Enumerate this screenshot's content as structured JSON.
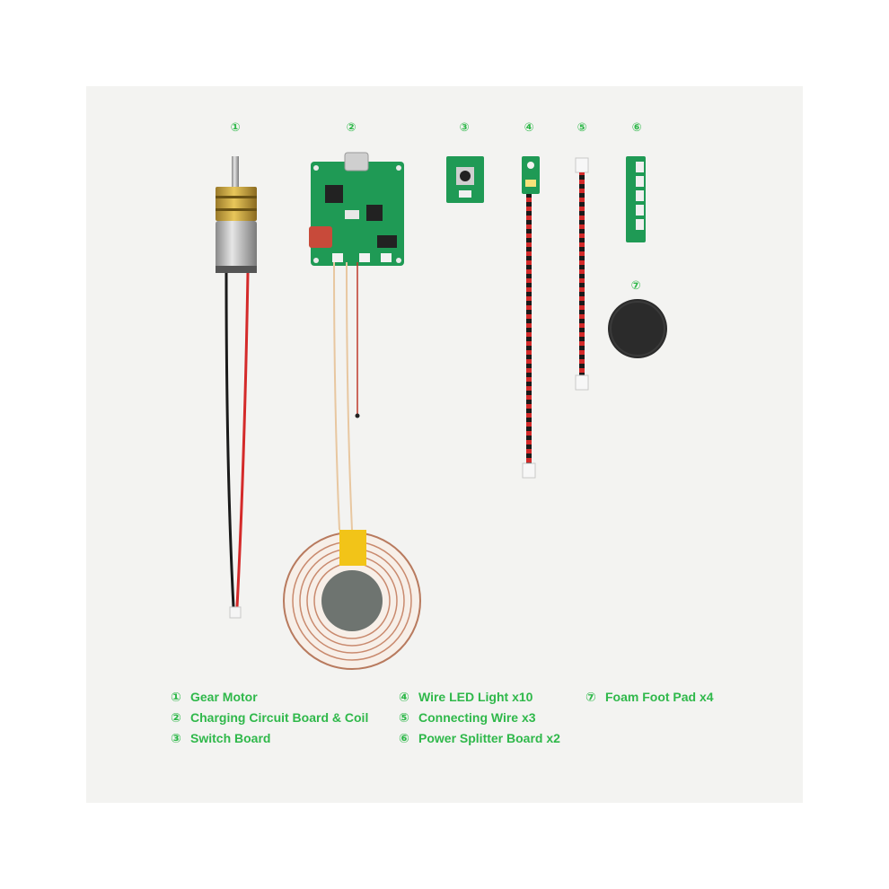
{
  "colors": {
    "panel_bg": "#f3f3f1",
    "accent_green": "#2fb84a",
    "pcb_green": "#1f9a55",
    "wire_red": "#d42a2a",
    "wire_black": "#1a1a1a",
    "copper": "#c98a6e",
    "foam": "#2b2b2b"
  },
  "components": {
    "gear_motor": {
      "number": "①",
      "icon": "gear-motor"
    },
    "charging_board": {
      "number": "②",
      "icon": "pcb-with-coil"
    },
    "switch_board": {
      "number": "③",
      "icon": "switch-pcb"
    },
    "led_light": {
      "number": "④",
      "icon": "led-wire"
    },
    "connecting_wire": {
      "number": "⑤",
      "icon": "twisted-wire"
    },
    "splitter_board": {
      "number": "⑥",
      "icon": "splitter-pcb"
    },
    "foam_pad": {
      "number": "⑦",
      "icon": "foam-disc"
    }
  },
  "legend": {
    "col1": [
      {
        "mark": "①",
        "label": "Gear Motor"
      },
      {
        "mark": "②",
        "label": "Charging Circuit Board & Coil"
      },
      {
        "mark": "③",
        "label": "Switch Board"
      }
    ],
    "col2": [
      {
        "mark": "④",
        "label": "Wire LED Light x10"
      },
      {
        "mark": "⑤",
        "label": "Connecting Wire x3"
      },
      {
        "mark": "⑥",
        "label": "Power Splitter Board x2"
      }
    ],
    "col3": [
      {
        "mark": "⑦",
        "label": "Foam Foot Pad x4"
      }
    ]
  }
}
